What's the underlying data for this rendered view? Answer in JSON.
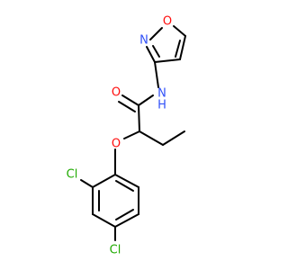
{
  "colors": {
    "bond": "#000000",
    "carbon": "#000000",
    "nitrogen": "#3050F8",
    "oxygen": "#FF0D0D",
    "chlorine": "#1FAA00",
    "background": "#FFFFFF"
  },
  "atoms": {
    "isoxazole_o": "O",
    "isoxazole_n": "N",
    "amide_nh": "N",
    "amide_h": "H",
    "carbonyl_o": "O",
    "ether_o": "O",
    "cl_ortho": "Cl",
    "cl_para": "Cl"
  }
}
